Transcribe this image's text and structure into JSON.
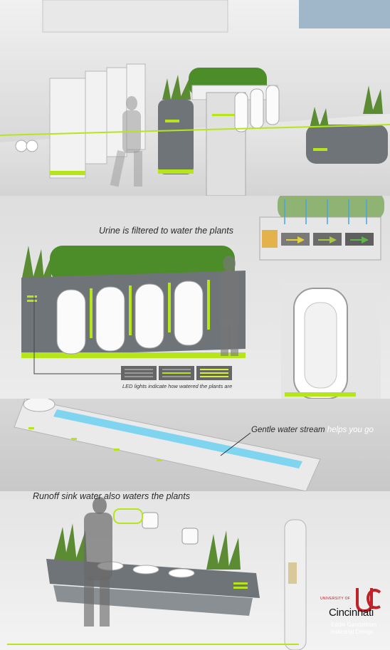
{
  "captions": {
    "urine_filtered": "Urine is filtered to water the plants",
    "water_stream_main": "Gentle water stream ",
    "water_stream_highlight": "helps you go",
    "runoff_sink": "Runoff sink water also waters the plants",
    "led_lights": "LED lights indicate how watered the plants are"
  },
  "branding": {
    "university_small": "UNIVERSITY OF",
    "university_name": "Cincinnati",
    "designer_name": "Eddie Gandelman",
    "designer_field": "Industrial Design"
  },
  "colors": {
    "accent_green": "#b6e61a",
    "panel_gray": "#6f7478",
    "plant_green": "#4c8d2a",
    "water_blue": "#7fd4f0",
    "uc_red": "#c0222a"
  }
}
